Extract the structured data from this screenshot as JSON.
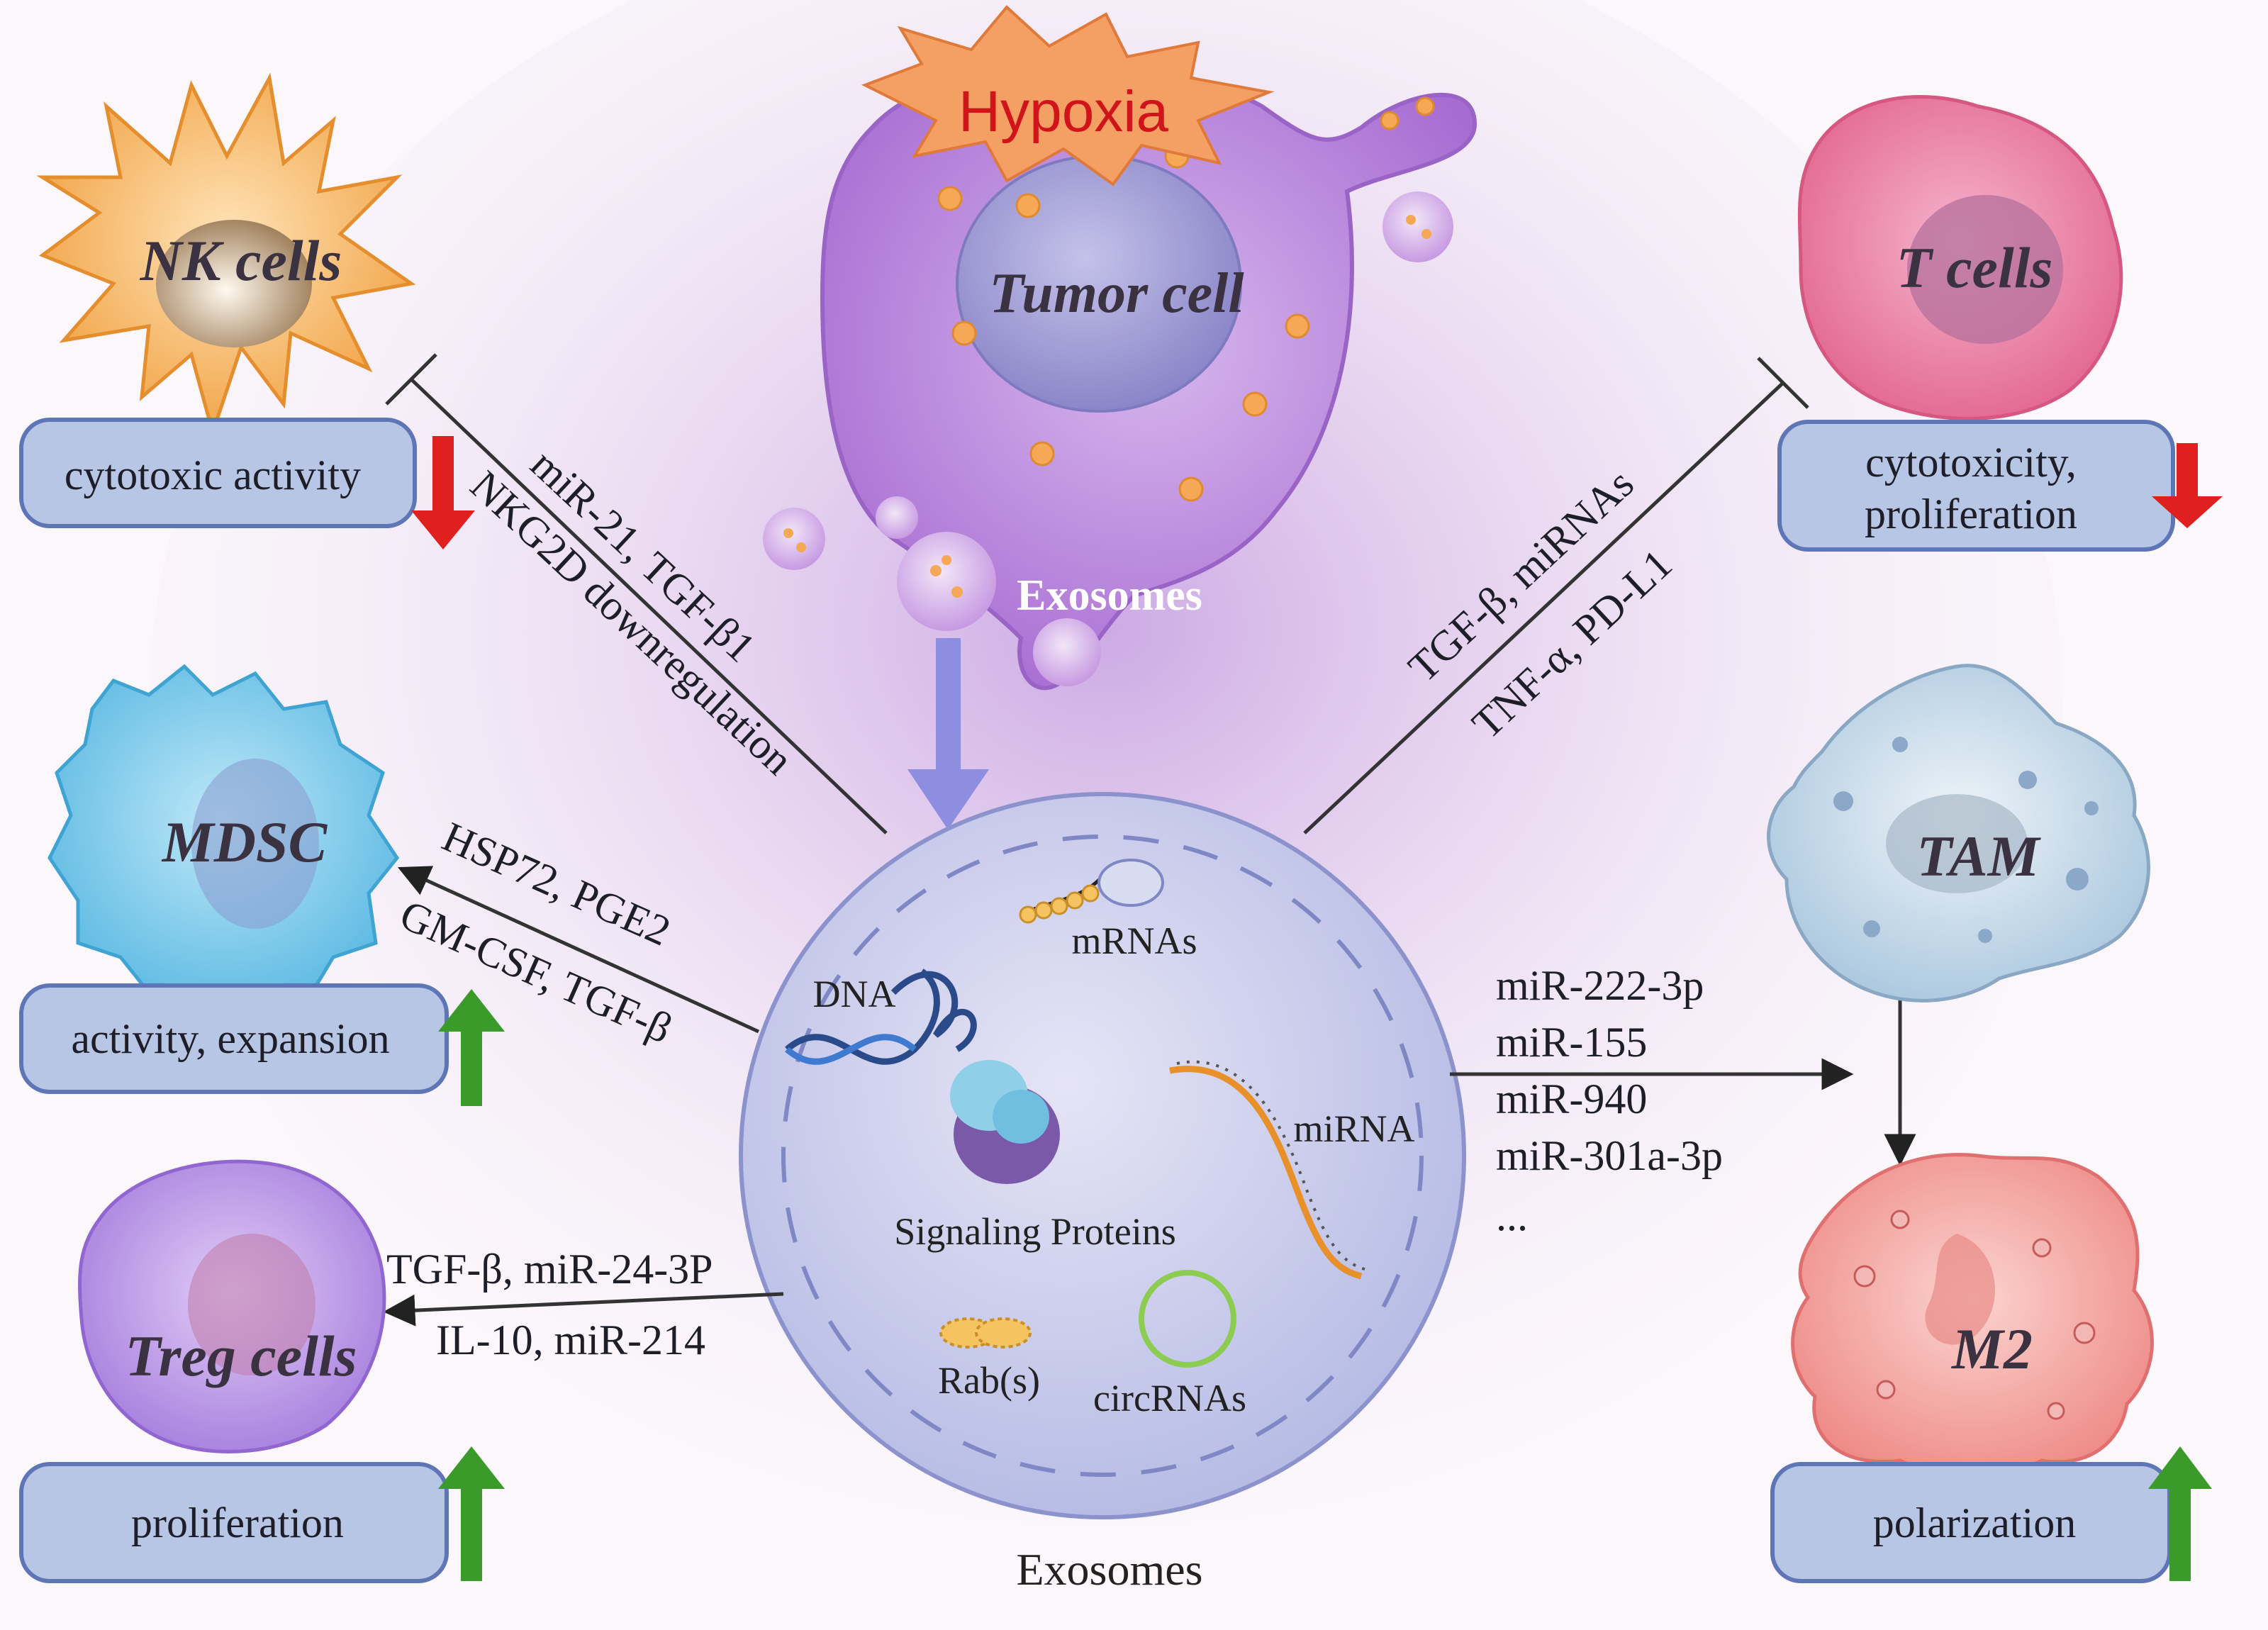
{
  "tumor": {
    "hypoxia": "Hypoxia",
    "cell": "Tumor cell",
    "exosomes_label": "Exosomes"
  },
  "cells": {
    "nk": {
      "name": "NK cells",
      "effect": "cytotoxic activity",
      "trend": "down"
    },
    "t": {
      "name": "T cells",
      "effect_line1": "cytotoxicity,",
      "effect_line2": "proliferation",
      "trend": "down"
    },
    "mdsc": {
      "name": "MDSC",
      "effect": "activity, expansion",
      "trend": "up"
    },
    "treg": {
      "name": "Treg cells",
      "effect": "proliferation",
      "trend": "up"
    },
    "tam": {
      "name": "TAM"
    },
    "m2": {
      "name": "M2",
      "effect": "polarization",
      "trend": "up"
    }
  },
  "edges": {
    "nk_line1": "miR-21,  TGF-β1",
    "nk_line2": "NKG2D downregulation",
    "t_line1": "TGF-β, miRNAs",
    "t_line2": "TNF-α, PD-L1",
    "mdsc_line1": "HSP72, PGE2",
    "mdsc_line2": "GM-CSF, TGF-β",
    "treg_line1": "TGF-β, miR-24-3P",
    "treg_line2": "IL-10, miR-214",
    "m2_items": [
      "miR-222-3p",
      "miR-155",
      "miR-940",
      "miR-301a-3p",
      "..."
    ]
  },
  "exosome": {
    "dna": "DNA",
    "mrnas": "mRNAs",
    "mirna": "miRNA",
    "proteins": "Signaling Proteins",
    "rabs": "Rab(s)",
    "circrnas": "circRNAs",
    "caption": "Exosomes"
  },
  "colors": {
    "down_arrow": "#e01f1f",
    "up_arrow": "#3a9a2a",
    "box_fill": "#b8c6e6",
    "box_stroke": "#5f76b6",
    "nk": "#f2a64a",
    "t": "#e97a9f",
    "mdsc": "#6fc4e6",
    "treg": "#b48ae0",
    "tam": "#bcd4e6",
    "m2": "#f08a8a",
    "tumor": "#b07ad6",
    "exosome": "#b8bfe6"
  }
}
